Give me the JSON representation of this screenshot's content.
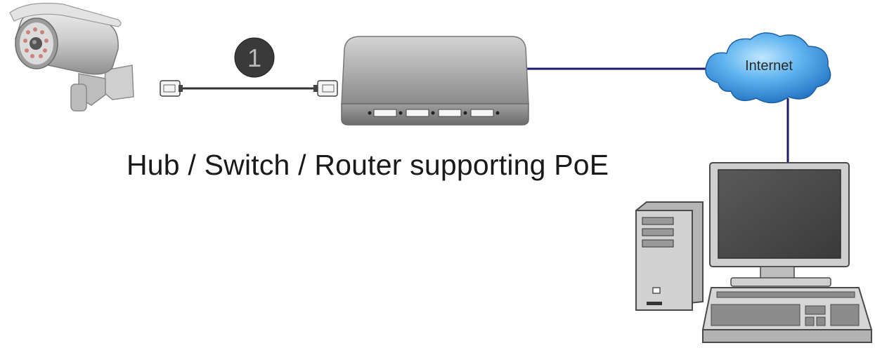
{
  "diagram": {
    "caption": "Hub / Switch / Router supporting PoE",
    "step_badge": "1",
    "cloud_label": "Internet"
  },
  "colors": {
    "link_line": "#1f1a6e",
    "cable": "#333333",
    "badge": "#3a3a3a",
    "cloud": "#2f8ed8",
    "device_gray": "#a9a9a9"
  },
  "icons": [
    "camera-icon",
    "rj45-connector-icon",
    "router-icon",
    "cloud-icon",
    "computer-icon"
  ]
}
